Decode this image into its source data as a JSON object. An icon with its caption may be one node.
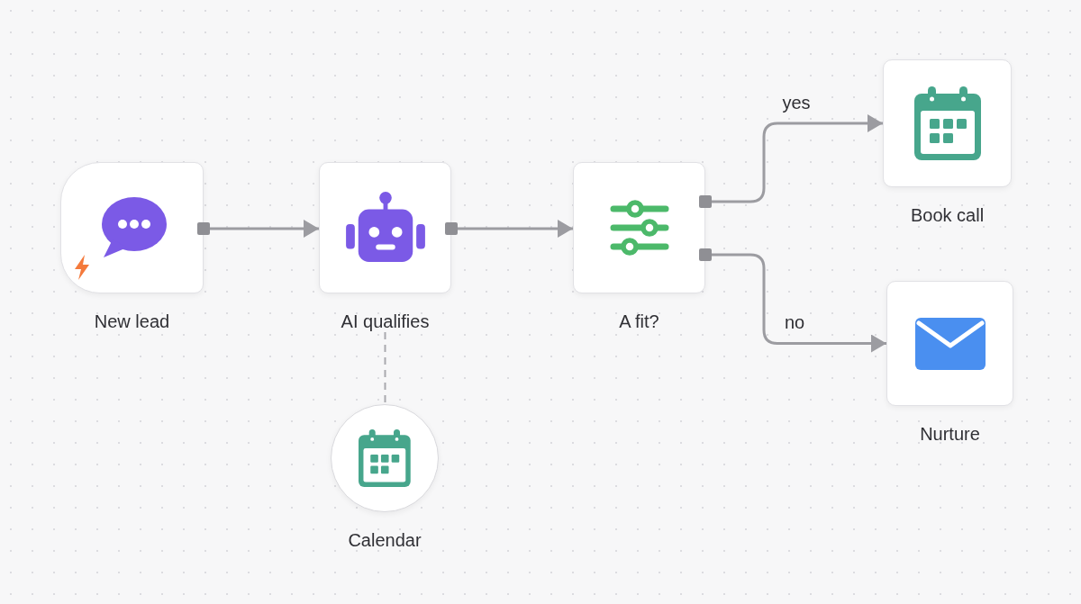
{
  "diagram": {
    "nodes": [
      {
        "text": [
          "New lead"
        ]
      },
      {
        "text": [
          "AI qualifies"
        ]
      },
      {
        "text": [
          "A fit?"
        ]
      },
      {
        "text": [
          "Book call"
        ]
      },
      {
        "text": [
          "Nurture"
        ]
      },
      {
        "text": [
          "Calendar"
        ]
      }
    ],
    "edges": [
      {
        "from": 0,
        "to": 1,
        "arrow": "to"
      },
      {
        "from": 1,
        "to": 2,
        "arrow": "to"
      },
      {
        "from": 2,
        "to": 3,
        "arrow": "to",
        "label": "yes"
      },
      {
        "from": 2,
        "to": 4,
        "arrow": "to",
        "label": "no"
      },
      {
        "from": 1,
        "to": 5,
        "arrow": "none",
        "style": "dashed"
      }
    ]
  }
}
